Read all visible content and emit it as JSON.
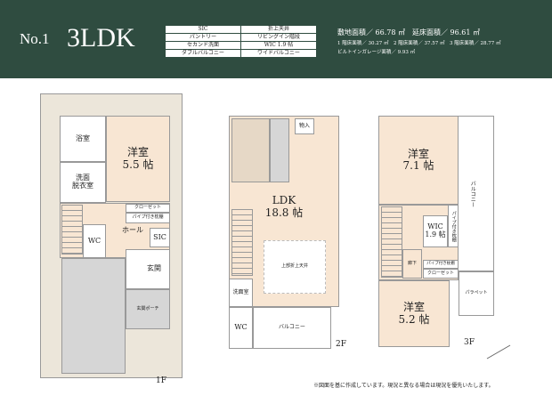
{
  "header": {
    "plan_no": "No.1",
    "layout": "3LDK",
    "features": [
      [
        "SIC",
        "折上天井"
      ],
      [
        "パントリー",
        "リビングイン階段"
      ],
      [
        "セカンド洗面",
        "WIC 1.9 帖"
      ],
      [
        "ダブルバルコニー",
        "ワイドバルコニー"
      ]
    ],
    "site_area": "敷地面積／ 66.78 ㎡　延床面積／ 96.61 ㎡",
    "floor_areas": "1 階床面積／ 30.27 ㎡　2 階床面積／ 37.57 ㎡　3 階床面積／ 28.77 ㎡",
    "garage_area": "ビルトインガレージ面積／ 9.93 ㎡"
  },
  "floor1": {
    "label": "1F",
    "bath": "浴室",
    "washroom": "洗面\n脱衣室",
    "bedroom": "洋室\n5.5 帖",
    "closet": "クローゼット",
    "pipe_shelf": "パイプ付き枕棚",
    "wc": "WC",
    "hall": "ホール",
    "sic": "SIC",
    "entrance": "玄関",
    "porch": "玄関ポーチ"
  },
  "floor2": {
    "label": "2F",
    "ldk": "LDK\n18.8 帖",
    "storage": "物入",
    "washroom": "洗面室",
    "wc": "WC",
    "balcony": "バルコニー",
    "ceiling": "上部折上天井"
  },
  "floor3": {
    "label": "3F",
    "bedroom1": "洋室\n7.1 帖",
    "wic": "WIC\n1.9 帖",
    "pipe_shelf": "パイプ付き枕棚",
    "closet": "クローゼット",
    "corridor": "廊下",
    "bedroom2": "洋室\n5.2 帖",
    "balcony": "バルコニー",
    "parapet": "パラペット"
  },
  "note": "※図面を基に作成しています。現況と異なる場合は現況を優先いたします。"
}
